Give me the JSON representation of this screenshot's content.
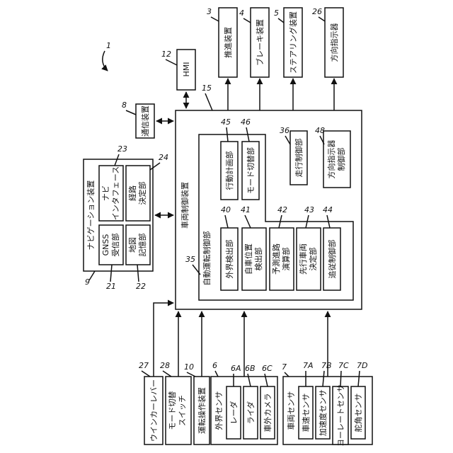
{
  "figure_ref": "1",
  "outputs": {
    "propulsion": {
      "ref": "3",
      "label": "推進装置"
    },
    "brake": {
      "ref": "4",
      "label": "ブレーキ装置"
    },
    "steering": {
      "ref": "5",
      "label": "ステアリング装置"
    },
    "direction_indicator": {
      "ref": "26",
      "label": "方向指示器"
    }
  },
  "hmi": {
    "ref": "12",
    "label": "HMI"
  },
  "comm": {
    "ref": "8",
    "label": "通信装置"
  },
  "vcu": {
    "ref": "15",
    "label": "車両制御装置"
  },
  "navi": {
    "ref": "9",
    "label": "ナビゲーション装置",
    "gnss": {
      "ref": "21",
      "label1": "GNSS",
      "label2": "受信部"
    },
    "map": {
      "ref": "22",
      "label1": "地図",
      "label2": "記憶部"
    },
    "navi_if": {
      "ref": "23",
      "label1": "ナビ",
      "label2": "インタフェース"
    },
    "route": {
      "ref": "24",
      "label1": "経路",
      "label2": "決定部"
    }
  },
  "adc": {
    "ref": "35",
    "label": "自動運転制御部",
    "action_plan": {
      "ref": "45",
      "label": "行動計画部"
    },
    "mode_switch": {
      "ref": "46",
      "label": "モード切替部"
    },
    "external_detect": {
      "ref": "40",
      "label": "外界検出部"
    },
    "self_pos": {
      "ref": "41",
      "label1": "自車位置",
      "label2": "検出部"
    },
    "path_predict": {
      "ref": "42",
      "label1": "予測進路",
      "label2": "演算部"
    },
    "preceding": {
      "ref": "43",
      "label1": "先行車両",
      "label2": "決定部"
    },
    "follow": {
      "ref": "44",
      "label": "追従制御部"
    }
  },
  "travel_control": {
    "ref": "36",
    "label": "走行制御部"
  },
  "dir_control": {
    "ref": "48",
    "label1": "方向指示器",
    "label2": "制御部"
  },
  "inputs": {
    "winker": {
      "ref": "27",
      "label": "ウインカーレバー"
    },
    "mode_sw": {
      "ref": "28",
      "label1": "モード切替",
      "label2": "スイッチ"
    },
    "driving_op": {
      "ref": "10",
      "label": "運転操作装置"
    },
    "ext_sensor": {
      "ref": "6",
      "label": "外界センサ",
      "radar": {
        "ref": "6A",
        "label": "レーダ"
      },
      "lidar": {
        "ref": "6B",
        "label": "ライダ"
      },
      "camera": {
        "ref": "6C",
        "label": "車外カメラ"
      }
    },
    "veh_sensor": {
      "ref": "7",
      "label": "車両センサ",
      "speed": {
        "ref": "7A",
        "label": "車速センサ"
      },
      "accel": {
        "ref": "7B",
        "label": "加速度センサ"
      },
      "yaw": {
        "ref": "7C",
        "label": "ヨーレートセンサ"
      },
      "rudder": {
        "ref": "7D",
        "label": "舵角センサ"
      }
    }
  }
}
